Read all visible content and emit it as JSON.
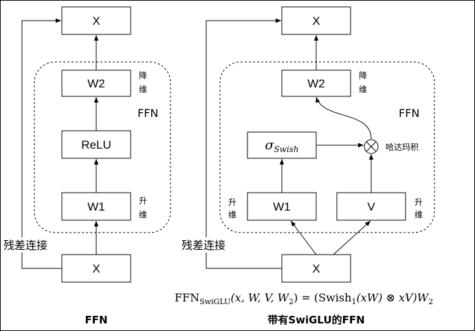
{
  "left": {
    "title": "FFN",
    "group_label": "FFN",
    "x_top": "X",
    "w2": "W2",
    "relu": "ReLU",
    "w1": "W1",
    "x_bottom": "X",
    "down_proj": [
      "降",
      "维"
    ],
    "up_proj": [
      "升",
      "维"
    ],
    "residual": "残差连接"
  },
  "right": {
    "title": "带有SwiGLU的FFN",
    "group_label": "FFN",
    "x_top": "X",
    "w2": "W2",
    "sigma_symbol": "σ",
    "sigma_subscript": "Swish",
    "w1": "W1",
    "v": "V",
    "x_bottom": "X",
    "down_proj": [
      "降",
      "维"
    ],
    "up_proj_left": [
      "升",
      "维"
    ],
    "up_proj_right": [
      "升",
      "维"
    ],
    "hadamard": "哈达玛积",
    "hadamard_symbol": "⊗",
    "residual": "残差连接"
  },
  "formula": {
    "lhs": "FFN",
    "lhs_sub": "SwiGLU",
    "lhs_args": "(x, W, V, W",
    "lhs_args_sub": "2",
    "equals": ") = (Swish",
    "swish_sub": "1",
    "rhs": "(xW) ⊗ xV)W",
    "rhs_sub": "2"
  }
}
